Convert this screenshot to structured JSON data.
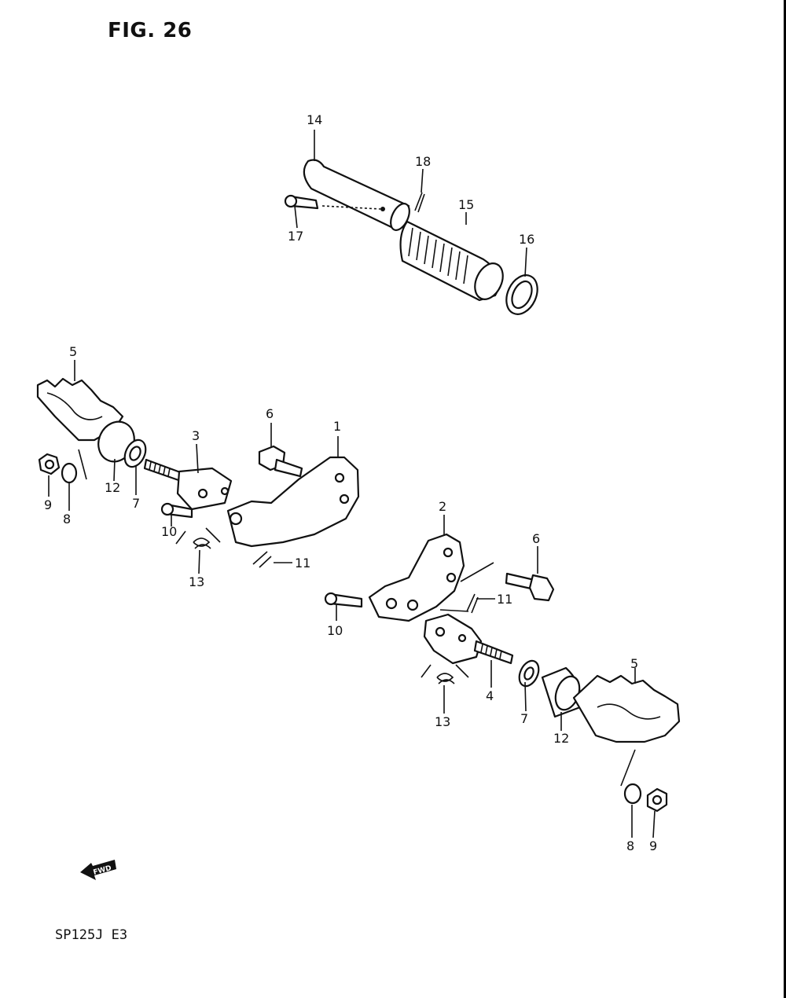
{
  "figure": {
    "title": "FIG. 26",
    "model_code": "SP125J  E3",
    "fwd_label": "FWD"
  },
  "callouts": [
    {
      "n": "14"
    },
    {
      "n": "18"
    },
    {
      "n": "15"
    },
    {
      "n": "17"
    },
    {
      "n": "16"
    },
    {
      "n": "5"
    },
    {
      "n": "6"
    },
    {
      "n": "1"
    },
    {
      "n": "3"
    },
    {
      "n": "9"
    },
    {
      "n": "8"
    },
    {
      "n": "12"
    },
    {
      "n": "7"
    },
    {
      "n": "10"
    },
    {
      "n": "13"
    },
    {
      "n": "11"
    },
    {
      "n": "2"
    },
    {
      "n": "6"
    },
    {
      "n": "10"
    },
    {
      "n": "11"
    },
    {
      "n": "4"
    },
    {
      "n": "13"
    },
    {
      "n": "7"
    },
    {
      "n": "12"
    },
    {
      "n": "5"
    },
    {
      "n": "8"
    },
    {
      "n": "9"
    }
  ]
}
